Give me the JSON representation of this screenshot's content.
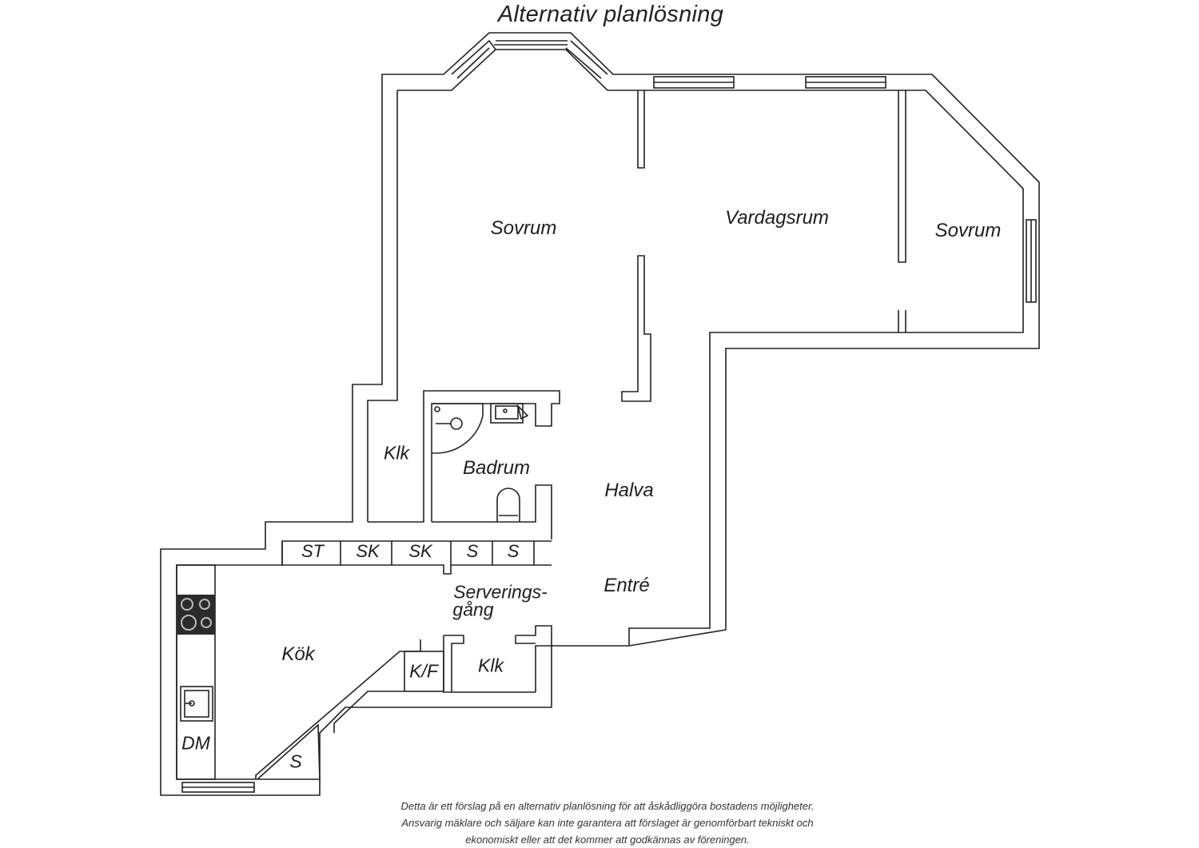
{
  "title": "Alternativ planlösning",
  "rooms": {
    "sovrum_left": "Sovrum",
    "vardagsrum": "Vardagsrum",
    "sovrum_right": "Sovrum",
    "klk_upper": "Klk",
    "badrum": "Badrum",
    "halva": "Halva",
    "entre": "Entré",
    "serveringsgang_line1": "Serverings-",
    "serveringsgang_line2": "gång",
    "kok": "Kök",
    "kf": "K/F",
    "klk_lower": "Klk",
    "dm": "DM",
    "s_corner": "S"
  },
  "cabinets": [
    "ST",
    "SK",
    "SK",
    "S",
    "S"
  ],
  "disclaimer": [
    "Detta är ett förslag på en alternativ planlösning för att åskådliggöra bostadens möjligheter.",
    "Ansvarig mäklare och säljare kan inte garantera att förslaget är genomförbart tekniskt och",
    "ekonomiskt eller att det kommer att godkännas av föreningen."
  ]
}
